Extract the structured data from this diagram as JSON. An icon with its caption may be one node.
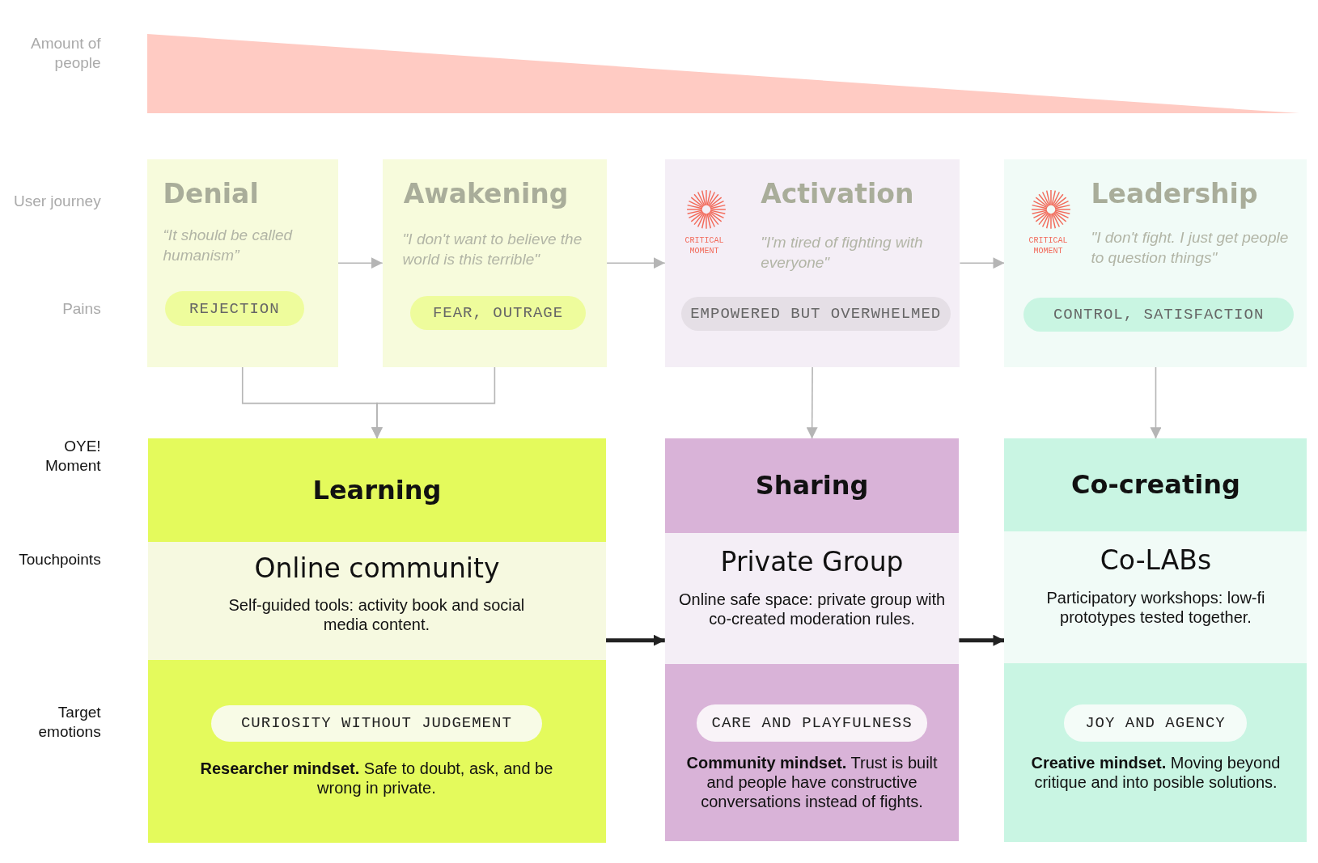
{
  "diagram": {
    "nodes": [
      {
        "text": [
          "Denial",
          "“It should be called humanism”"
        ]
      },
      {
        "text": [
          "REJECTION"
        ],
        "in": 0
      },
      {
        "text": [
          "Awakening",
          "\"I don't want to believe the world is this terrible\""
        ]
      },
      {
        "text": [
          "FEAR, OUTRAGE"
        ],
        "in": 2
      },
      {
        "text": [
          "CRITICAL MOMENT",
          "Activation",
          "\"I'm tired of fighting with everyone\""
        ]
      },
      {
        "text": [
          "EMPOWERED BUT OVERWHELMED"
        ],
        "in": 4
      },
      {
        "text": [
          "CRITICAL MOMENT",
          "Leadership",
          "\"I don't fight. I just get people to question things\""
        ]
      },
      {
        "text": [
          "CONTROL, SATISFACTION"
        ],
        "in": 6
      },
      {
        "text": [
          "Learning"
        ]
      },
      {
        "text": [
          "Sharing"
        ]
      },
      {
        "text": [
          "Co-creating"
        ]
      },
      {
        "text": [
          "Online community",
          "Self-guided tools: activity book and social media content."
        ]
      },
      {
        "text": [
          "Private Group",
          "Online safe space: private group with co-created moderation rules."
        ]
      },
      {
        "text": [
          "Co-LABs",
          "Participatory workshops: low-fi prototypes tested together."
        ]
      },
      {
        "text": [
          "**Researcher mindset.** Safe to doubt, ask, and be wrong in private."
        ]
      },
      {
        "text": [
          "CURIOSITY WITHOUT JUDGEMENT"
        ],
        "in": 14
      },
      {
        "text": [
          "**Community mindset.** Trust is built and people have constructive conversations instead of fights."
        ]
      },
      {
        "text": [
          "CARE AND PLAYFULNESS"
        ],
        "in": 16
      },
      {
        "text": [
          "**Creative mindset.** Moving beyond critique and into posible solutions."
        ]
      },
      {
        "text": [
          "JOY AND AGENCY"
        ],
        "in": 18
      },
      {
        "text": [],
        "shape": "triangle"
      }
    ],
    "edges": [
      {
        "from": 0,
        "to": 2,
        "arrow": "to"
      },
      {
        "from": 2,
        "to": 4,
        "arrow": "to"
      },
      {
        "from": 4,
        "to": 6,
        "arrow": "to"
      },
      {
        "from": 0,
        "to": 8,
        "arrow": "to"
      },
      {
        "from": 2,
        "to": 8,
        "arrow": "to"
      },
      {
        "from": 4,
        "to": 9,
        "arrow": "to"
      },
      {
        "from": 6,
        "to": 10,
        "arrow": "to"
      },
      {
        "from": 11,
        "to": 12,
        "arrow": "to",
        "style": "thick",
        "color": "#222222"
      },
      {
        "from": 12,
        "to": 13,
        "arrow": "to",
        "style": "thick",
        "color": "#222222"
      }
    ],
    "labels": [
      "Amount of people",
      "User journey",
      "Pains",
      "OYE! Moment",
      "Touchpoints",
      "Target emotions"
    ]
  }
}
